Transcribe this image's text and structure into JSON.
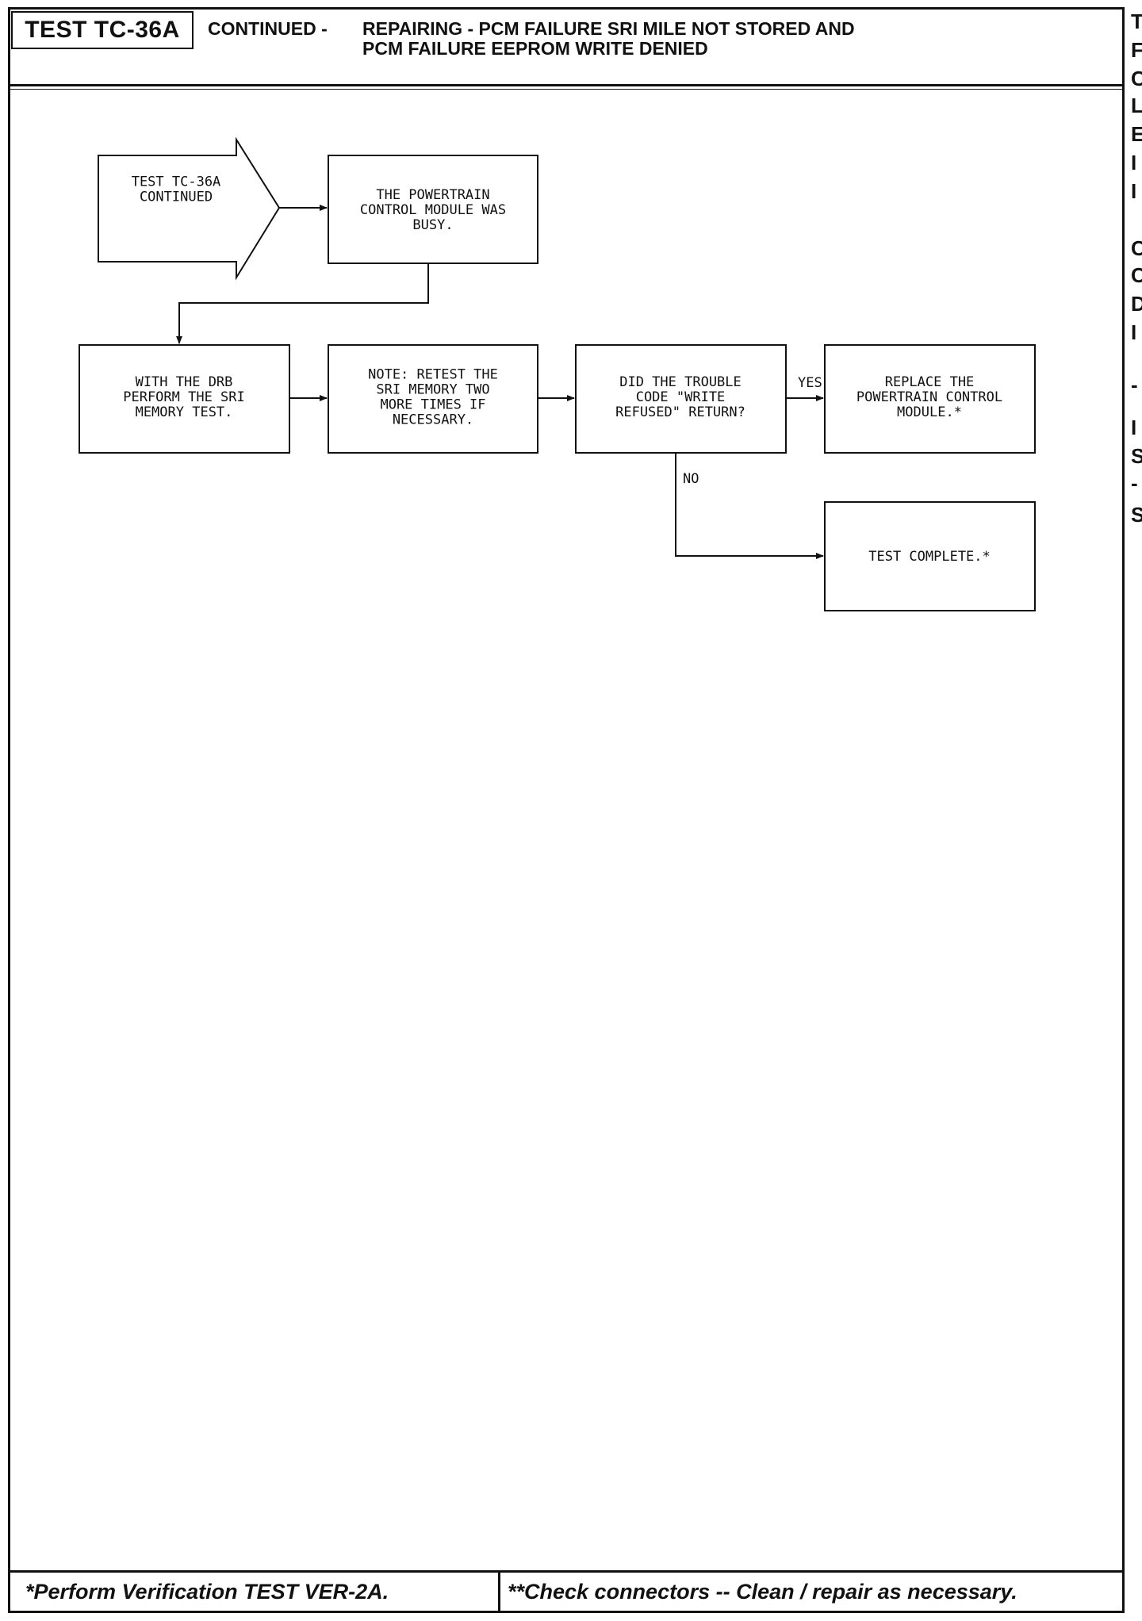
{
  "header": {
    "test_id": "TEST TC-36A",
    "title_prefix": "CONTINUED -",
    "title_line1": "REPAIRING - PCM FAILURE SRI MILE NOT STORED AND",
    "title_line2": "PCM FAILURE EEPROM WRITE DENIED"
  },
  "nodes": {
    "start": [
      "TEST TC-36A",
      "CONTINUED"
    ],
    "pcm_busy": [
      "THE POWERTRAIN",
      "CONTROL MODULE WAS",
      "BUSY."
    ],
    "drb_test": [
      "WITH THE DRB",
      "PERFORM THE SRI",
      "MEMORY TEST."
    ],
    "note_retest": [
      "NOTE: RETEST THE",
      "SRI MEMORY TWO",
      "MORE TIMES IF",
      "NECESSARY."
    ],
    "question": [
      "DID THE TROUBLE",
      "CODE \"WRITE",
      "REFUSED\" RETURN?"
    ],
    "replace_pcm": [
      "REPLACE THE",
      "POWERTRAIN CONTROL",
      "MODULE.*"
    ],
    "complete": [
      "TEST COMPLETE.*"
    ]
  },
  "edge_labels": {
    "yes": "YES",
    "no": "NO"
  },
  "footer": {
    "left": "*Perform Verification TEST VER-2A.",
    "right": "**Check connectors -- Clean / repair as necessary."
  },
  "margin": {
    "letters": [
      "T",
      "F",
      "C",
      "L",
      "E",
      "I",
      "I",
      "C",
      "C",
      "D",
      "I",
      "-",
      "I",
      "S",
      "-",
      "S"
    ]
  }
}
